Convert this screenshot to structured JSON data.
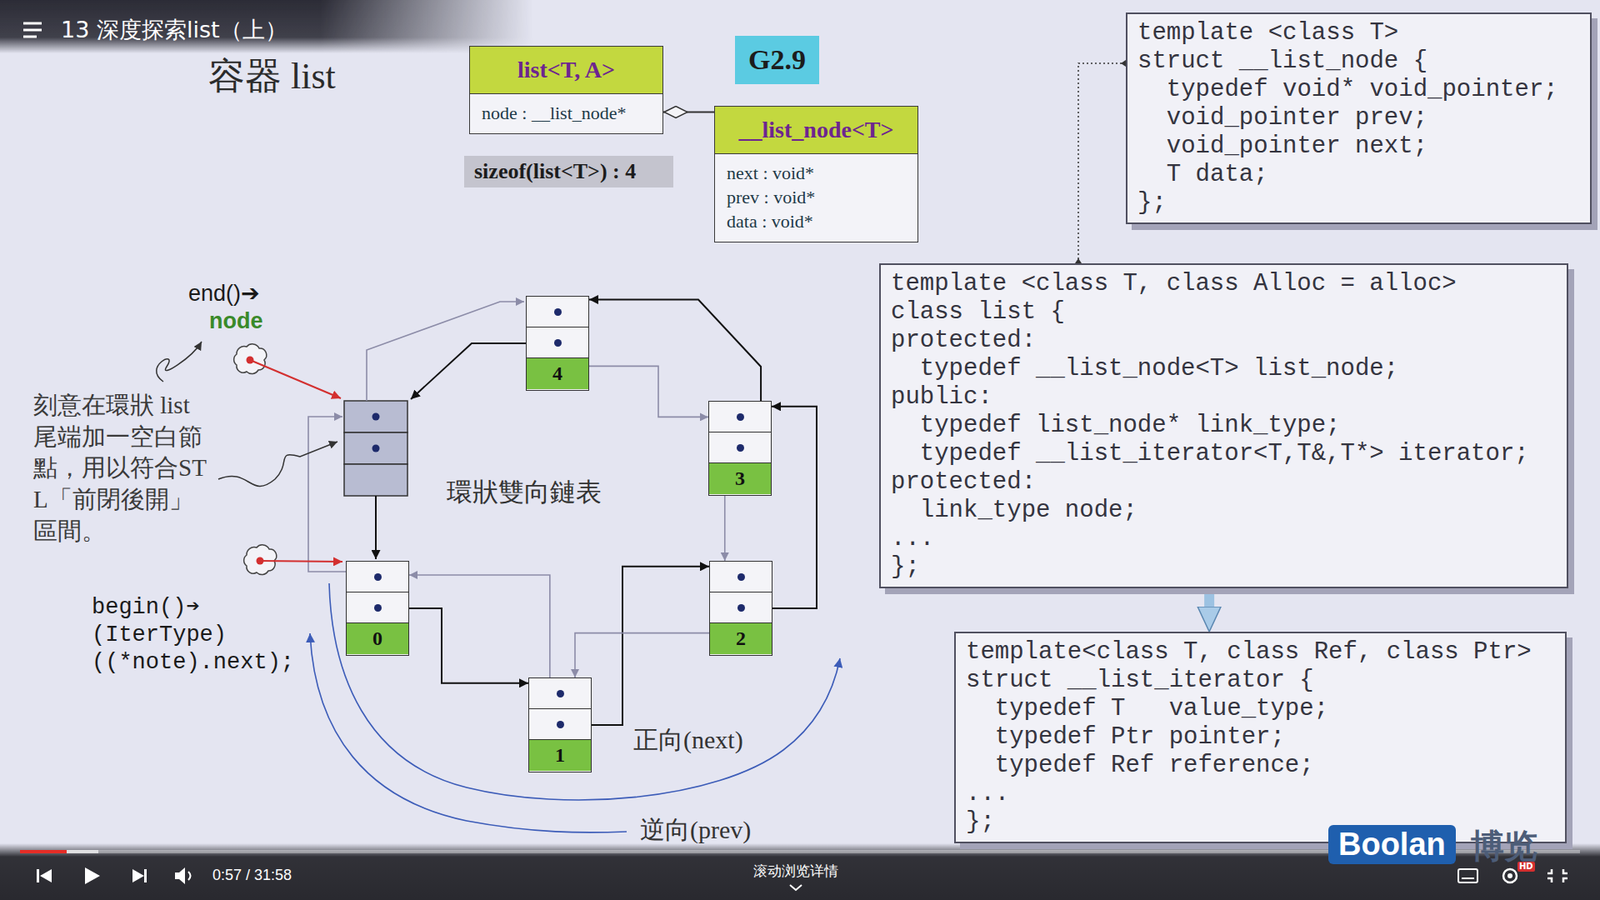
{
  "diagram": {
    "title": "容器 list",
    "nodes": [
      {
        "text": [
          "list<T, A>",
          "node : __list_node*"
        ]
      },
      {
        "text": [
          "sizeof(list<T>) : 4"
        ]
      },
      {
        "text": [
          "G2.9"
        ]
      },
      {
        "text": [
          "__list_node<T>",
          "next : void*",
          "prev : void*",
          "data : void*"
        ]
      },
      {
        "text": [
          "template <class T>",
          "struct __list_node {",
          "  typedef void* void_pointer;",
          "  void_pointer prev;",
          "  void_pointer next;",
          "  T data;",
          "};"
        ]
      },
      {
        "text": [
          "template <class T, class Alloc = alloc>",
          "class list {",
          "protected:",
          "  typedef __list_node<T> list_node;",
          "public:",
          "  typedef list_node* link_type;",
          "  typedef __list_iterator<T,T&,T*> iterator;",
          "protected:",
          "  link_type node;",
          "...",
          "};"
        ]
      },
      {
        "text": [
          "template<class T, class Ref, class Ptr>",
          "struct __list_iterator {",
          "  typedef T   value_type;",
          "  typedef Ptr pointer;",
          "  typedef Ref reference;",
          "...",
          "};"
        ]
      },
      {
        "text": [
          "4"
        ]
      },
      {
        "text": [
          "3"
        ]
      },
      {
        "text": [
          "0"
        ]
      },
      {
        "text": [
          "2"
        ]
      },
      {
        "text": [
          "1"
        ]
      }
    ],
    "edges": [
      {
        "from": 0,
        "to": 3,
        "arrow": "none"
      },
      {
        "from": 5,
        "to": 4,
        "arrow": "none"
      },
      {
        "from": 5,
        "to": 6,
        "arrow": "to"
      },
      {
        "from": 9,
        "to": 11,
        "arrow": "to"
      },
      {
        "from": 11,
        "to": 10,
        "arrow": "to"
      },
      {
        "from": 10,
        "to": 8,
        "arrow": "to"
      },
      {
        "from": 8,
        "to": 7,
        "arrow": "to"
      },
      {
        "from": 11,
        "to": 9,
        "arrow": "to"
      },
      {
        "from": 10,
        "to": 11,
        "arrow": "to"
      },
      {
        "from": 8,
        "to": 10,
        "arrow": "to"
      },
      {
        "from": 7,
        "to": 8,
        "arrow": "to"
      }
    ],
    "labels": [
      "13 深度探索list（上）",
      "end()➔",
      "node",
      "刻意在環狀 list 尾端加一空白節點，用以符合STL「前閉後開」區間。",
      "begin()➔ (IterType) ((*note).next);",
      "環狀雙向鏈表",
      "正向(next)",
      "逆向(prev)",
      "0:57 / 31:58",
      "滚动浏览详情",
      "HD",
      "Boolan",
      "博览"
    ]
  }
}
